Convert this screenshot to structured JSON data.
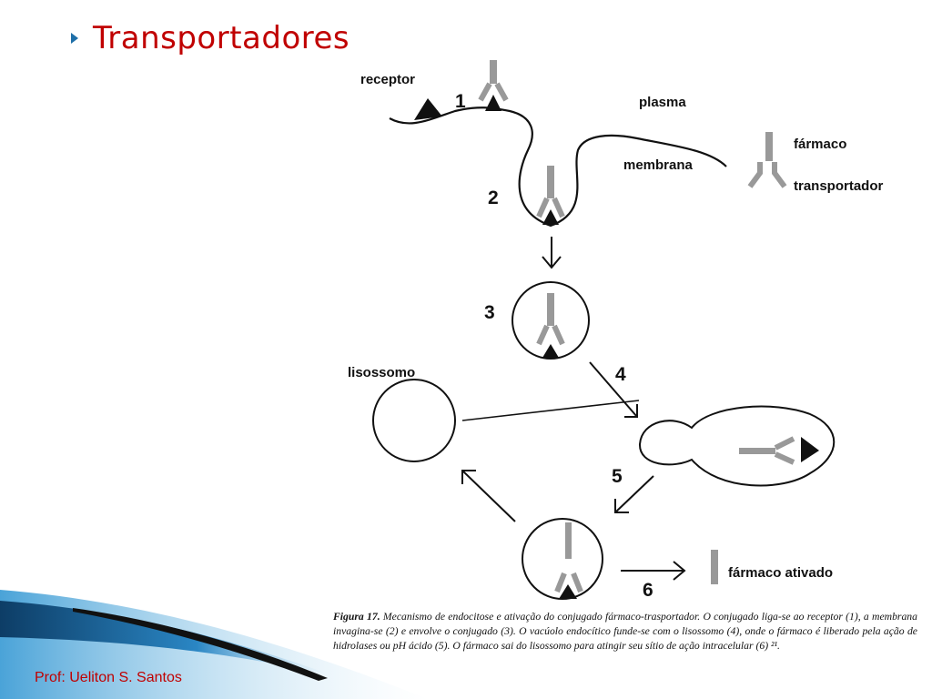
{
  "slide": {
    "title": "Transportadores",
    "author": "Prof: Ueliton S. Santos"
  },
  "diagram": {
    "labels": {
      "receptor": "receptor",
      "plasma": "plasma",
      "membrana": "membrana",
      "farmaco": "fármaco",
      "transportador": "transportador",
      "lisossomo": "lisossomo",
      "farmaco_ativado": "fármaco ativado"
    },
    "steps": [
      "1",
      "2",
      "3",
      "4",
      "5",
      "6"
    ]
  },
  "caption": {
    "figure": "Figura 17.",
    "text": "Mecanismo de endocitose e ativação do conjugado fármaco-trasportador. O conjugado liga-se ao receptor (1), a membrana invagina-se (2) e envolve o conjugado (3). O vacúolo endocítico funde-se com o lisossomo (4), onde o fármaco é liberado pela ação de hidrolases ou pH ácido (5). O fármaco sai do lisossomo para atingir seu sítio de ação intracelular (6) ²¹."
  },
  "colors": {
    "title": "#c00000",
    "author": "#c00000",
    "accent": "#1e6fa8"
  }
}
